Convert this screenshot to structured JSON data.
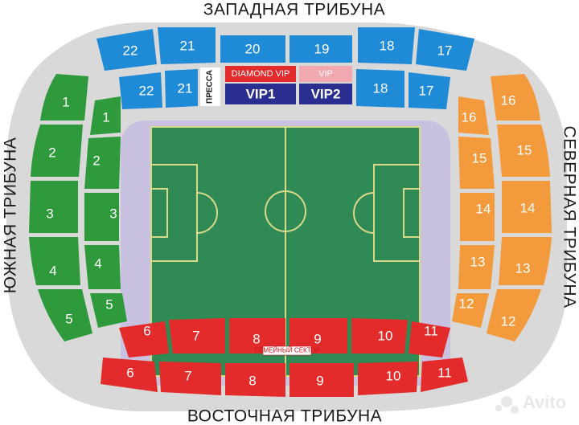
{
  "tribunes": {
    "west": "ЗАПАДНАЯ ТРИБУНА",
    "east": "ВОСТОЧНАЯ ТРИБУНА",
    "south": "ЮЖНАЯ ТРИБУНА",
    "north": "СЕВЕРНАЯ ТРИБУНА"
  },
  "west_upper": [
    "22",
    "21",
    "20",
    "19",
    "18",
    "17"
  ],
  "west_lower": [
    "22",
    "21",
    "18",
    "17"
  ],
  "press": "ПРЕССА",
  "diamond_vip": "DIAMOND VIP",
  "vip": "VIP",
  "vip1": "VIP1",
  "vip2": "VIP2",
  "south_outer": [
    "1",
    "2",
    "3",
    "4",
    "5"
  ],
  "south_inner": [
    "1",
    "2",
    "3",
    "4",
    "5"
  ],
  "north_outer": [
    "16",
    "15",
    "14",
    "13",
    "12"
  ],
  "north_inner": [
    "16",
    "15",
    "14",
    "13",
    "12"
  ],
  "east_inner": [
    "6",
    "7",
    "8",
    "9",
    "10",
    "11"
  ],
  "east_outer": [
    "6",
    "7",
    "8",
    "9",
    "10",
    "11"
  ],
  "family_sector": "СЕМЕЙНЫЙ СЕКТОР",
  "watermark": "Avito",
  "colors": {
    "blue": "#1f8ad6",
    "green": "#2e9a3c",
    "orange": "#f39a3d",
    "red": "#e32b2b",
    "navy": "#2a2f8f",
    "grey": "#d6d6d6",
    "track": "#c9c1e0",
    "pitch": "#2f8a55"
  }
}
